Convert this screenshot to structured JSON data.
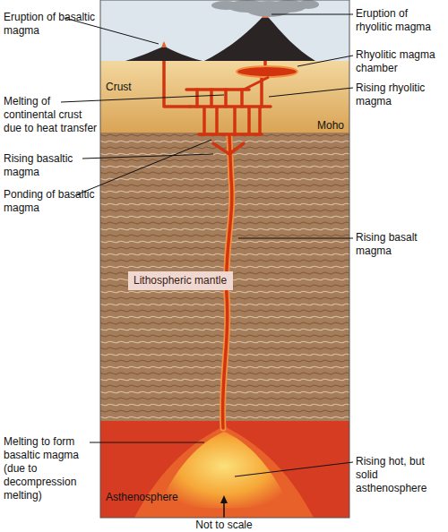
{
  "diagram": {
    "nodes": [
      {
        "text": [
          "Lithospheric mantle"
        ]
      }
    ],
    "labels": [
      "Eruption of basaltic magma",
      "Eruption of rhyolitic magma",
      "Crust",
      "Rhyolitic magma chamber",
      "Melting of continental crust due to heat transfer",
      "Rising rhyolitic magma",
      "Moho",
      "Rising basaltic magma",
      "Ponding of basaltic magma",
      "Rising basalt magma",
      "Melting to form basaltic magma (due to decompression melting)",
      "Rising hot, but solid asthenosphere",
      "Asthenosphere",
      "Not to scale"
    ]
  }
}
